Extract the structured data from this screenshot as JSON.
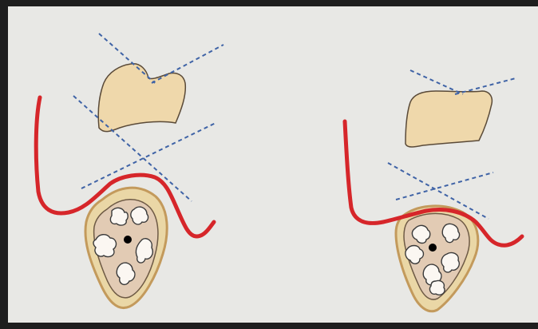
{
  "figure": {
    "panels": [
      {
        "id": "left"
      },
      {
        "id": "right"
      }
    ]
  },
  "colors": {
    "background": "#e8e8e5",
    "contour_line": "#d6262a",
    "tooth_fill": "#efd8ab",
    "bone_fill": "#ead7a6",
    "bone_outline": "#c39a5c",
    "marrow_fill": "#e2cbb4",
    "cavity_fill": "#fbf7f2",
    "guide_lines": "#3f63a6",
    "canal": "#000000"
  },
  "icons": {
    "tooth": "tooth-crown-shape",
    "bone": "bone-cross-section",
    "canal": "canal-dot"
  }
}
